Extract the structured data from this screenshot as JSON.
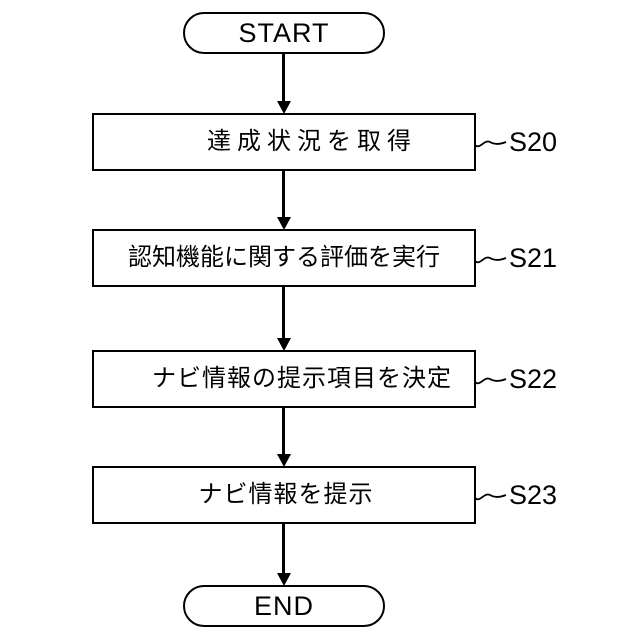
{
  "figure": {
    "type": "flowchart",
    "start_label": "START",
    "end_label": "END",
    "steps": [
      {
        "text": "達成状況を取得",
        "ref": "S20"
      },
      {
        "text": "認知機能に関する評価を実行",
        "ref": "S21"
      },
      {
        "text": "ナビ情報の提示項目を決定",
        "ref": "S22"
      },
      {
        "text": "ナビ情報を提示",
        "ref": "S23"
      }
    ],
    "colors": {
      "line": "#000000",
      "background": "#ffffff",
      "box_fill": "#ffffff"
    }
  }
}
